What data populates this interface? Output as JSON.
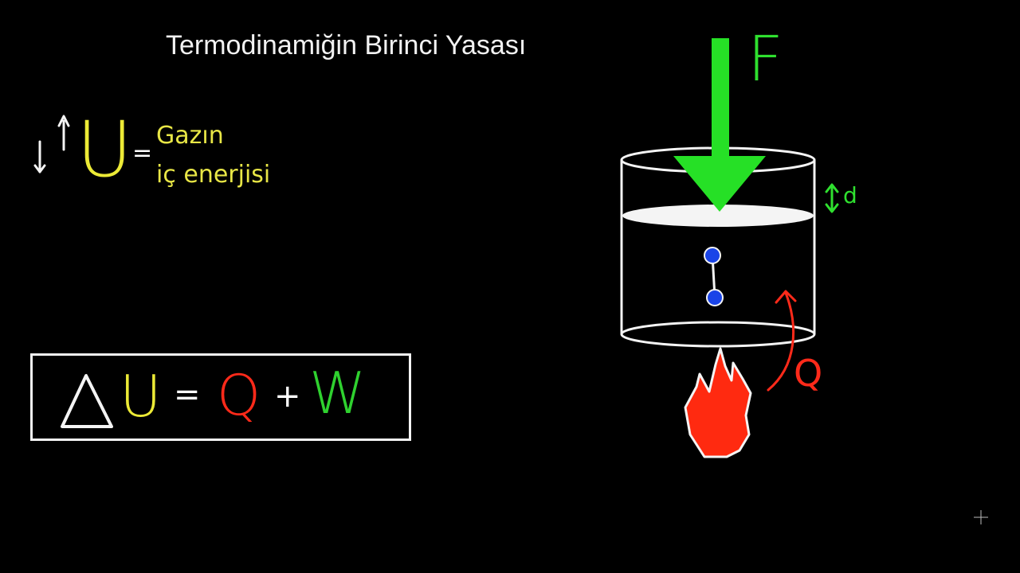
{
  "title": "Termodinamiğin Birinci Yasası",
  "definition": {
    "symbol": "U",
    "equals": "=",
    "line1": "Gazın",
    "line2": "iç enerjisi"
  },
  "formula": {
    "delta": "Δ",
    "u": "U",
    "equals": "=",
    "q": "Q",
    "plus": "+",
    "w": "W"
  },
  "diagram": {
    "force_label": "F",
    "distance_label": "d",
    "heat_label": "Q"
  },
  "colors": {
    "background": "#000000",
    "yellow": "#ecea36",
    "green": "#2fe02f",
    "red": "#ff2a1a",
    "blue": "#1a44e8",
    "white": "#f4f4f4"
  }
}
